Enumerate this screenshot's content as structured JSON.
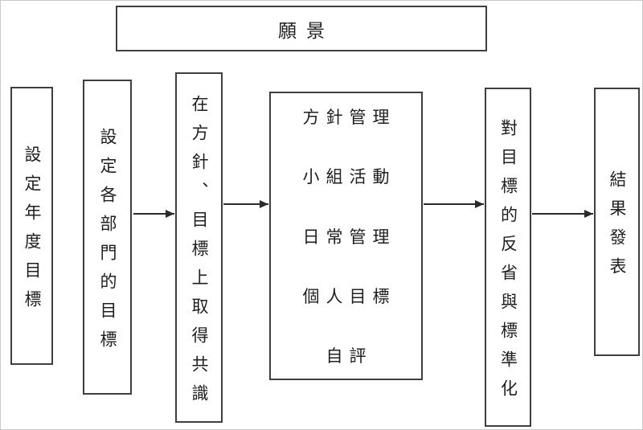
{
  "diagram": {
    "vision": {
      "label": "願景"
    },
    "stage1": {
      "label": "設定年度目標"
    },
    "stage2": {
      "label": "設定各部門的目標"
    },
    "stage3": {
      "label": "在方針、目標上取得共識"
    },
    "stage4": {
      "items": [
        "方針管理",
        "小組活動",
        "日常管理",
        "個人目標",
        "自評"
      ]
    },
    "stage5": {
      "label": "對目標的反省與標準化"
    },
    "stage6": {
      "label": "結果發表"
    },
    "colors": {
      "box_border": "#3f3f3f",
      "text": "#1f1f1f",
      "arrow": "#2b2b2b",
      "frame_border": "#c9c9c9",
      "background": "#ffffff"
    }
  }
}
